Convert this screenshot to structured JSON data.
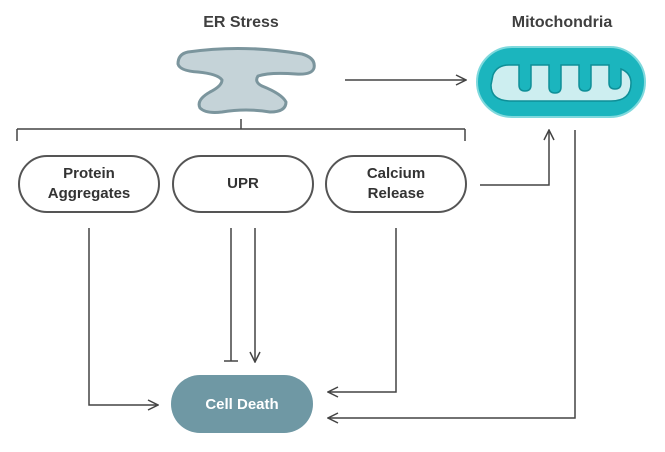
{
  "titles": {
    "er_stress": "ER Stress",
    "mitochondria": "Mitochondria"
  },
  "nodes": {
    "protein_aggregates": [
      "Protein",
      "Aggregates"
    ],
    "upr": [
      "UPR"
    ],
    "calcium_release": [
      "Calcium",
      "Release"
    ],
    "cell_death": "Cell Death"
  },
  "colors": {
    "er_fill": "#c5d3d8",
    "er_stroke": "#7b959d",
    "mito_outer": "#1bb5be",
    "mito_inner": "#cdeef0",
    "cell_death": "#6f98a4",
    "lines": "#444444"
  },
  "edges": [
    {
      "from": "ER Stress",
      "to": "Mitochondria",
      "type": "activates"
    },
    {
      "from": "ER Stress",
      "to": "Protein Aggregates",
      "type": "branch"
    },
    {
      "from": "ER Stress",
      "to": "UPR",
      "type": "branch"
    },
    {
      "from": "ER Stress",
      "to": "Calcium Release",
      "type": "branch"
    },
    {
      "from": "Calcium Release",
      "to": "Mitochondria",
      "type": "activates"
    },
    {
      "from": "Protein Aggregates",
      "to": "Cell Death",
      "type": "activates"
    },
    {
      "from": "UPR",
      "to": "Cell Death",
      "type": "inhibits"
    },
    {
      "from": "UPR",
      "to": "Cell Death",
      "type": "activates"
    },
    {
      "from": "Calcium Release",
      "to": "Cell Death",
      "type": "activates"
    },
    {
      "from": "Mitochondria",
      "to": "Cell Death",
      "type": "activates"
    }
  ],
  "icons": {
    "er": "endoplasmic-reticulum-icon",
    "mito": "mitochondrion-icon"
  }
}
